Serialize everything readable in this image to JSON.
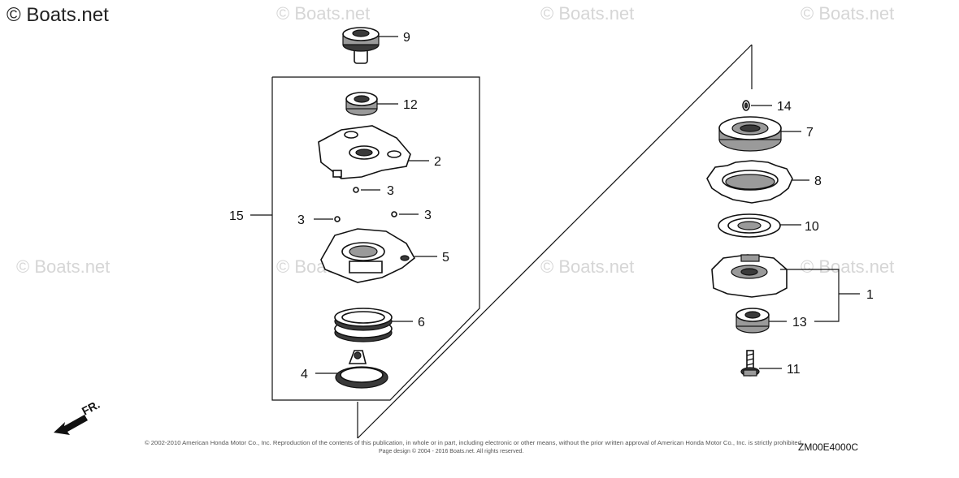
{
  "watermark": {
    "main": "© Boats.net",
    "repeat": "© Boats.net"
  },
  "diagram_code": "ZM00E4000C",
  "direction_label": "FR.",
  "copyright_line1": "© 2002-2010 American Honda Motor Co., Inc. Reproduction of the contents of this publication, in whole or in part, including electronic or other means, without the prior written approval of American Honda Motor Co., Inc. is strictly prohibited.",
  "copyright_line2": "Page design © 2004 - 2016 Boats.net. All rights reserved.",
  "callouts": {
    "c1": "1",
    "c2": "2",
    "c3a": "3",
    "c3b": "3",
    "c3c": "3",
    "c4": "4",
    "c5": "5",
    "c6": "6",
    "c7": "7",
    "c8": "8",
    "c9": "9",
    "c10": "10",
    "c11": "11",
    "c12": "12",
    "c13": "13",
    "c14": "14",
    "c15": "15"
  }
}
